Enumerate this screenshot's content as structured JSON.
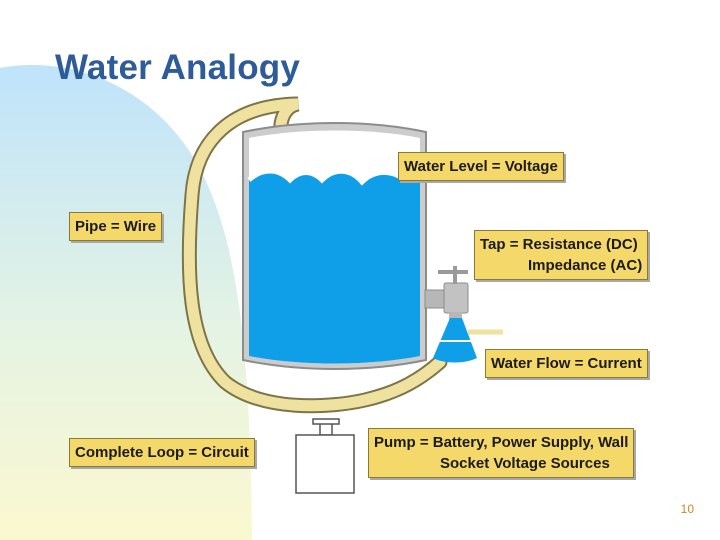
{
  "slide": {
    "title": "Water Analogy",
    "page_number": "10"
  },
  "labels": {
    "water_level": "Water Level = Voltage",
    "pipe": "Pipe = Wire",
    "tap_line1": "Tap = Resistance (DC)",
    "tap_line2": "Impedance (AC)",
    "water_flow": "Water Flow = Current",
    "complete_loop": "Complete Loop = Circuit",
    "pump_line1": "Pump = Battery, Power Supply, Wall",
    "pump_line2": "Socket Voltage Sources"
  },
  "colors": {
    "title": "#2e5c99",
    "water": "#0f9fe8",
    "pipe": "#efe2a0",
    "label_fill": "#f5d86a",
    "page_number": "#d9822b"
  }
}
